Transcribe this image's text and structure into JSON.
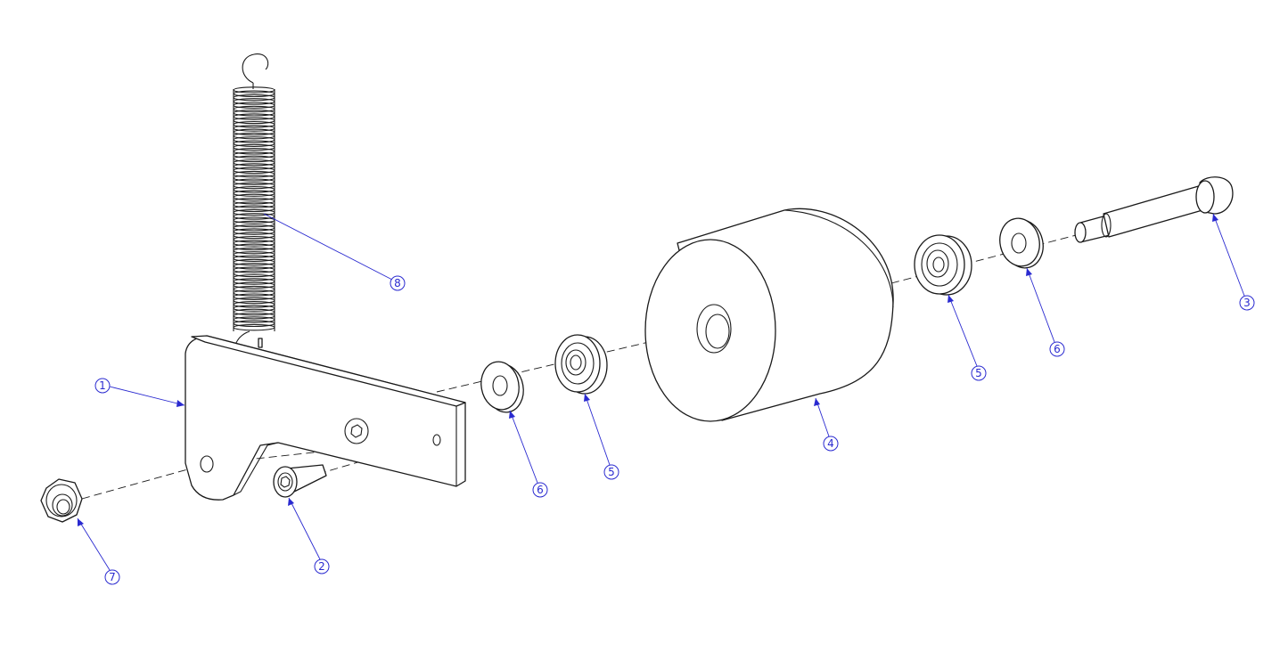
{
  "balloons": [
    {
      "number": "1"
    },
    {
      "number": "2"
    },
    {
      "number": "3"
    },
    {
      "number": "4"
    },
    {
      "number": "5"
    },
    {
      "number": "5"
    },
    {
      "number": "6"
    },
    {
      "number": "6"
    },
    {
      "number": "7"
    },
    {
      "number": "8"
    }
  ],
  "colors": {
    "line": "#1a1a1a",
    "callout": "#2a2ad0",
    "background": "#ffffff"
  }
}
